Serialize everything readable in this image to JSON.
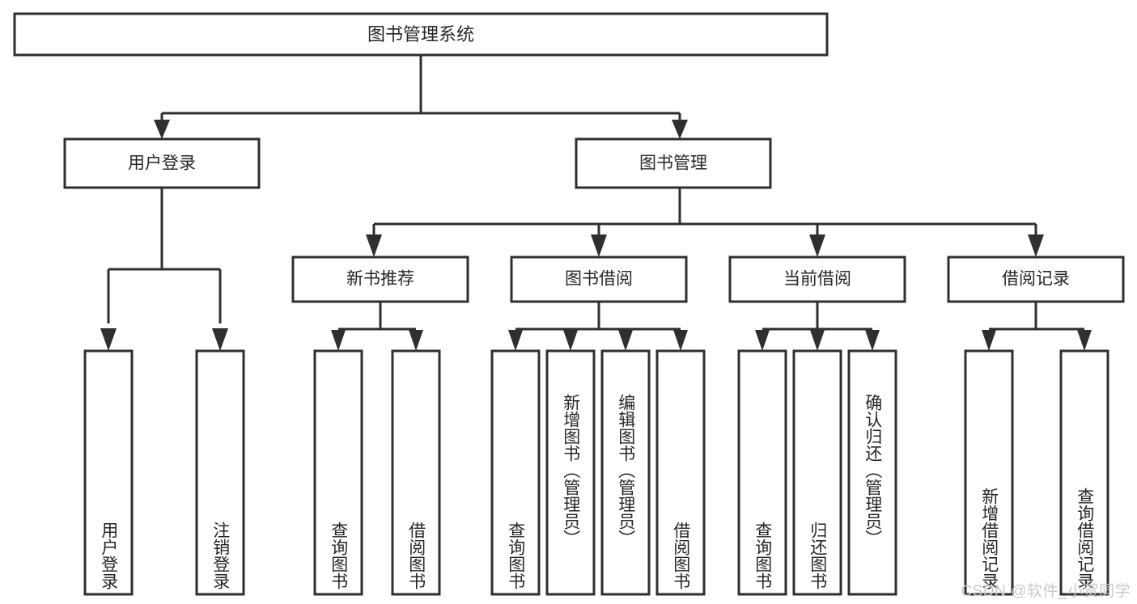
{
  "diagram": {
    "type": "tree",
    "orientation": "top-down",
    "title": "图书管理系统",
    "colors": {
      "stroke": "#2f2f2f",
      "box_fill": "#ffffff",
      "text": "#262626",
      "background": "#ffffff",
      "watermark": "#c9c9c9"
    },
    "root": {
      "label": "图书管理系统"
    },
    "level2": [
      {
        "label": "用户登录"
      },
      {
        "label": "图书管理"
      }
    ],
    "level3": [
      {
        "label": "新书推荐"
      },
      {
        "label": "图书借阅"
      },
      {
        "label": "当前借阅"
      },
      {
        "label": "借阅记录"
      }
    ],
    "leaves": {
      "user_login": [
        {
          "label": "用户登录"
        },
        {
          "label": "注销登录"
        }
      ],
      "new_book_recommend": [
        {
          "label": "查询图书"
        },
        {
          "label": "借阅图书"
        }
      ],
      "book_borrow": [
        {
          "label": "查询图书"
        },
        {
          "label": "新增图书（管理员）"
        },
        {
          "label": "编辑图书（管理员）"
        },
        {
          "label": "借阅图书"
        }
      ],
      "current_borrow": [
        {
          "label": "查询图书"
        },
        {
          "label": "归还图书"
        },
        {
          "label": "确认归还（管理员）"
        }
      ],
      "borrow_record": [
        {
          "label": "新增借阅记录"
        },
        {
          "label": "查询借阅记录"
        }
      ]
    },
    "watermark": "CSDN @软件_小贺同学"
  }
}
